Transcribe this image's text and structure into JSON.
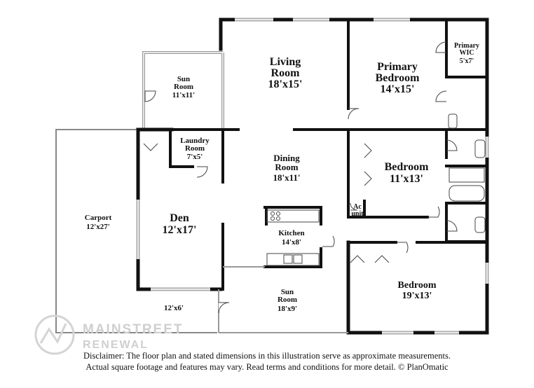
{
  "rooms": {
    "sun_room_top": {
      "name": "Sun\nRoom",
      "dim": "11'x11'"
    },
    "living_room": {
      "name": "Living\nRoom",
      "dim": "18'x15'"
    },
    "primary_bedroom": {
      "name": "Primary\nBedroom",
      "dim": "14'x15'"
    },
    "primary_wic": {
      "name": "Primary\nWIC",
      "dim": "5'x7'"
    },
    "laundry_room": {
      "name": "Laundry\nRoom",
      "dim": "7'x5'"
    },
    "dining_room": {
      "name": "Dining\nRoom",
      "dim": "18'x11'"
    },
    "bedroom_mid": {
      "name": "Bedroom",
      "dim": "11'x13'"
    },
    "ac_unit": {
      "name": "Ac\nunit"
    },
    "carport": {
      "name": "Carport",
      "dim": "12'x27'"
    },
    "den": {
      "name": "Den",
      "dim": "12'x17'"
    },
    "kitchen": {
      "name": "Kitchen",
      "dim": "14'x8'"
    },
    "bedroom_bottom": {
      "name": "Bedroom",
      "dim": "19'x13'"
    },
    "porch": {
      "dim": "12'x6'"
    },
    "sun_room_bottom": {
      "name": "Sun\nRoom",
      "dim": "18'x9'"
    }
  },
  "watermark": {
    "line1": "MAINSTREET",
    "line2": "RENEWAL"
  },
  "disclaimer": {
    "line1": "Disclaimer: The floor plan and stated dimensions in this illustration serve as approximate measurements.",
    "line2": "Actual square footage and features may vary. Read terms and conditions for more detail. © PlanOmatic"
  }
}
